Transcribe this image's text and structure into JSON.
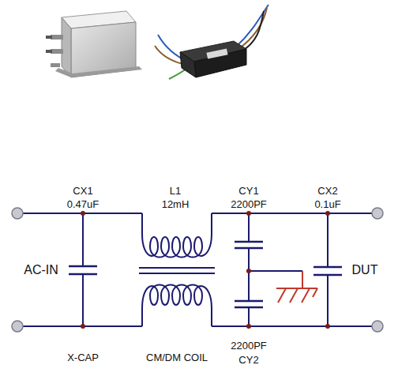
{
  "diagram": {
    "labels": [
      "CX1",
      "0.47uF",
      "L1",
      "12mH",
      "CY1",
      "2200PF",
      "CX2",
      "0.1uF",
      "AC-IN",
      "DUT",
      "X-CAP",
      "CM/DM COIL",
      "2200PF",
      "CY2"
    ]
  }
}
